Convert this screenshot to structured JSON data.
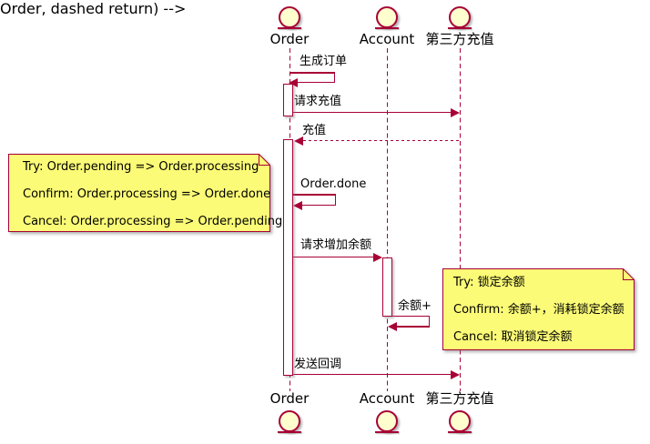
{
  "diagram": {
    "type": "sequence-diagram",
    "colors": {
      "line": "#A80036",
      "participant_fill": "#FEFECE",
      "note_fill": "#FBFB77",
      "text": "#000000",
      "background": "#FFFFFF"
    },
    "participants": [
      {
        "id": "order",
        "label": "Order",
        "shape": "entity"
      },
      {
        "id": "account",
        "label": "Account",
        "shape": "entity"
      },
      {
        "id": "third-party-recharge",
        "label": "第三方充值",
        "shape": "entity"
      }
    ],
    "messages": [
      {
        "label": "生成订单",
        "from": "Order",
        "to": "Order",
        "kind": "self",
        "style": "solid"
      },
      {
        "label": "请求充值",
        "from": "Order",
        "to": "第三方充值",
        "kind": "normal",
        "style": "solid"
      },
      {
        "label": "充值",
        "from": "第三方充值",
        "to": "Order",
        "kind": "return",
        "style": "dashed"
      },
      {
        "label": "Order.done",
        "from": "Order",
        "to": "Order",
        "kind": "self",
        "style": "solid"
      },
      {
        "label": "请求增加余额",
        "from": "Order",
        "to": "Account",
        "kind": "normal",
        "style": "solid"
      },
      {
        "label": "余额+",
        "from": "Account",
        "to": "Account",
        "kind": "self",
        "style": "solid"
      },
      {
        "label": "发送回调",
        "from": "Order",
        "to": "第三方充值",
        "kind": "normal",
        "style": "solid"
      }
    ],
    "notes": [
      {
        "side": "left",
        "lines": [
          "Try: Order.pending => Order.processing",
          "Confirm: Order.processing => Order.done",
          "Cancel: Order.processing => Order.pending"
        ]
      },
      {
        "side": "right",
        "lines": [
          "Try: 锁定余额",
          "Confirm: 余额+，消耗锁定余额",
          "Cancel: 取消锁定余额"
        ]
      }
    ]
  }
}
